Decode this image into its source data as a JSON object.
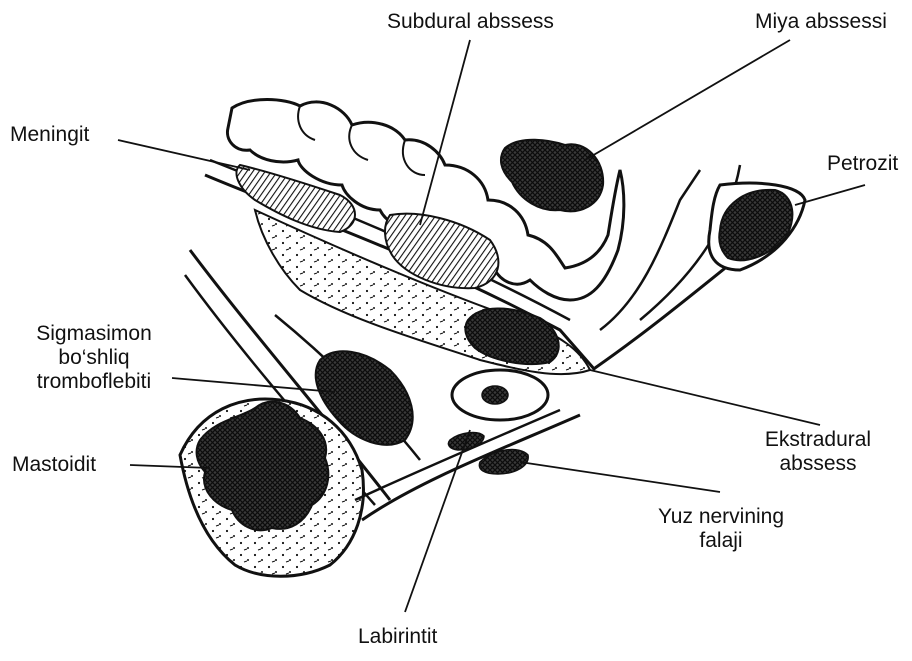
{
  "diagram": {
    "labels": {
      "subdural": "Subdural abssess",
      "miya": "Miya abssessi",
      "meningit": "Meningit",
      "petrozit": "Petrozit",
      "sigma_line1": "Sigmasimon",
      "sigma_line2": "bo‘shliq",
      "sigma_line3": "tromboflebiti",
      "ekstra_line1": "Ekstradural",
      "ekstra_line2": "abssess",
      "mastoidit": "Mastoidit",
      "yuz_line1": "Yuz nervining",
      "yuz_line2": "falaji",
      "labirintit": "Labirintit"
    }
  },
  "colors": {
    "ink": "#111111",
    "paper": "#ffffff"
  }
}
